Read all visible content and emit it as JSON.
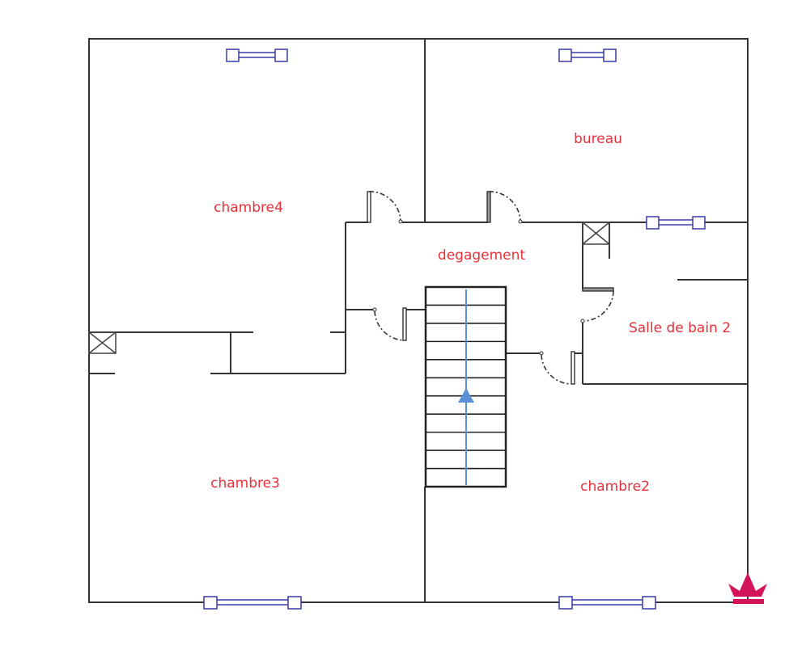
{
  "plan": {
    "rooms": [
      {
        "id": "chambre4",
        "label": "chambre4"
      },
      {
        "id": "bureau",
        "label": "bureau"
      },
      {
        "id": "degagement",
        "label": "degagement"
      },
      {
        "id": "salle-de-bain-2",
        "label": "Salle de bain 2"
      },
      {
        "id": "chambre3",
        "label": "chambre3"
      },
      {
        "id": "chambre2",
        "label": "chambre2"
      }
    ],
    "stair": {
      "steps": 11,
      "direction": "up"
    },
    "colors": {
      "label": "#e8303a",
      "wall": "#333333",
      "window": "#3a3aa8",
      "stair_arrow": "#5b8fd8",
      "logo": "#d4145a"
    },
    "logo_icon": "crown-icon"
  }
}
